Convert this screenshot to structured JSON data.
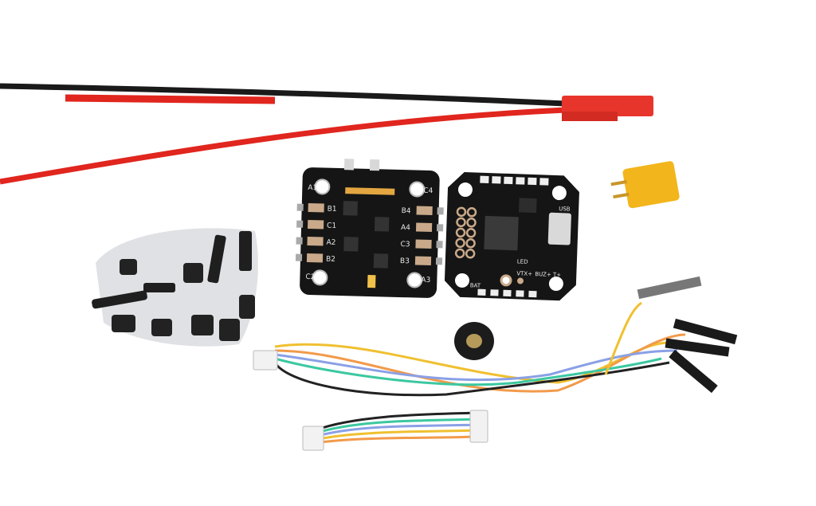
{
  "colors": {
    "background": "#ffffff",
    "pcb": "#151515",
    "red_wire": "#e0261e",
    "black_wire": "#1a1a1a",
    "jst_connector": "#e8352b",
    "xt30_connector": "#f2b51c",
    "pad": "#c9a98a"
  },
  "esc_board": {
    "left_labels": [
      "A1",
      "B1",
      "C1",
      "A2",
      "B2",
      "C2"
    ],
    "right_labels": [
      "C4",
      "B4",
      "A4",
      "C3",
      "B3",
      "A3"
    ]
  },
  "fc_board": {
    "labels": {
      "usb": "USB",
      "buzzer": "BUZ+ T+",
      "led": "LED",
      "vtx": "VTX+",
      "bat": "BAT"
    }
  }
}
